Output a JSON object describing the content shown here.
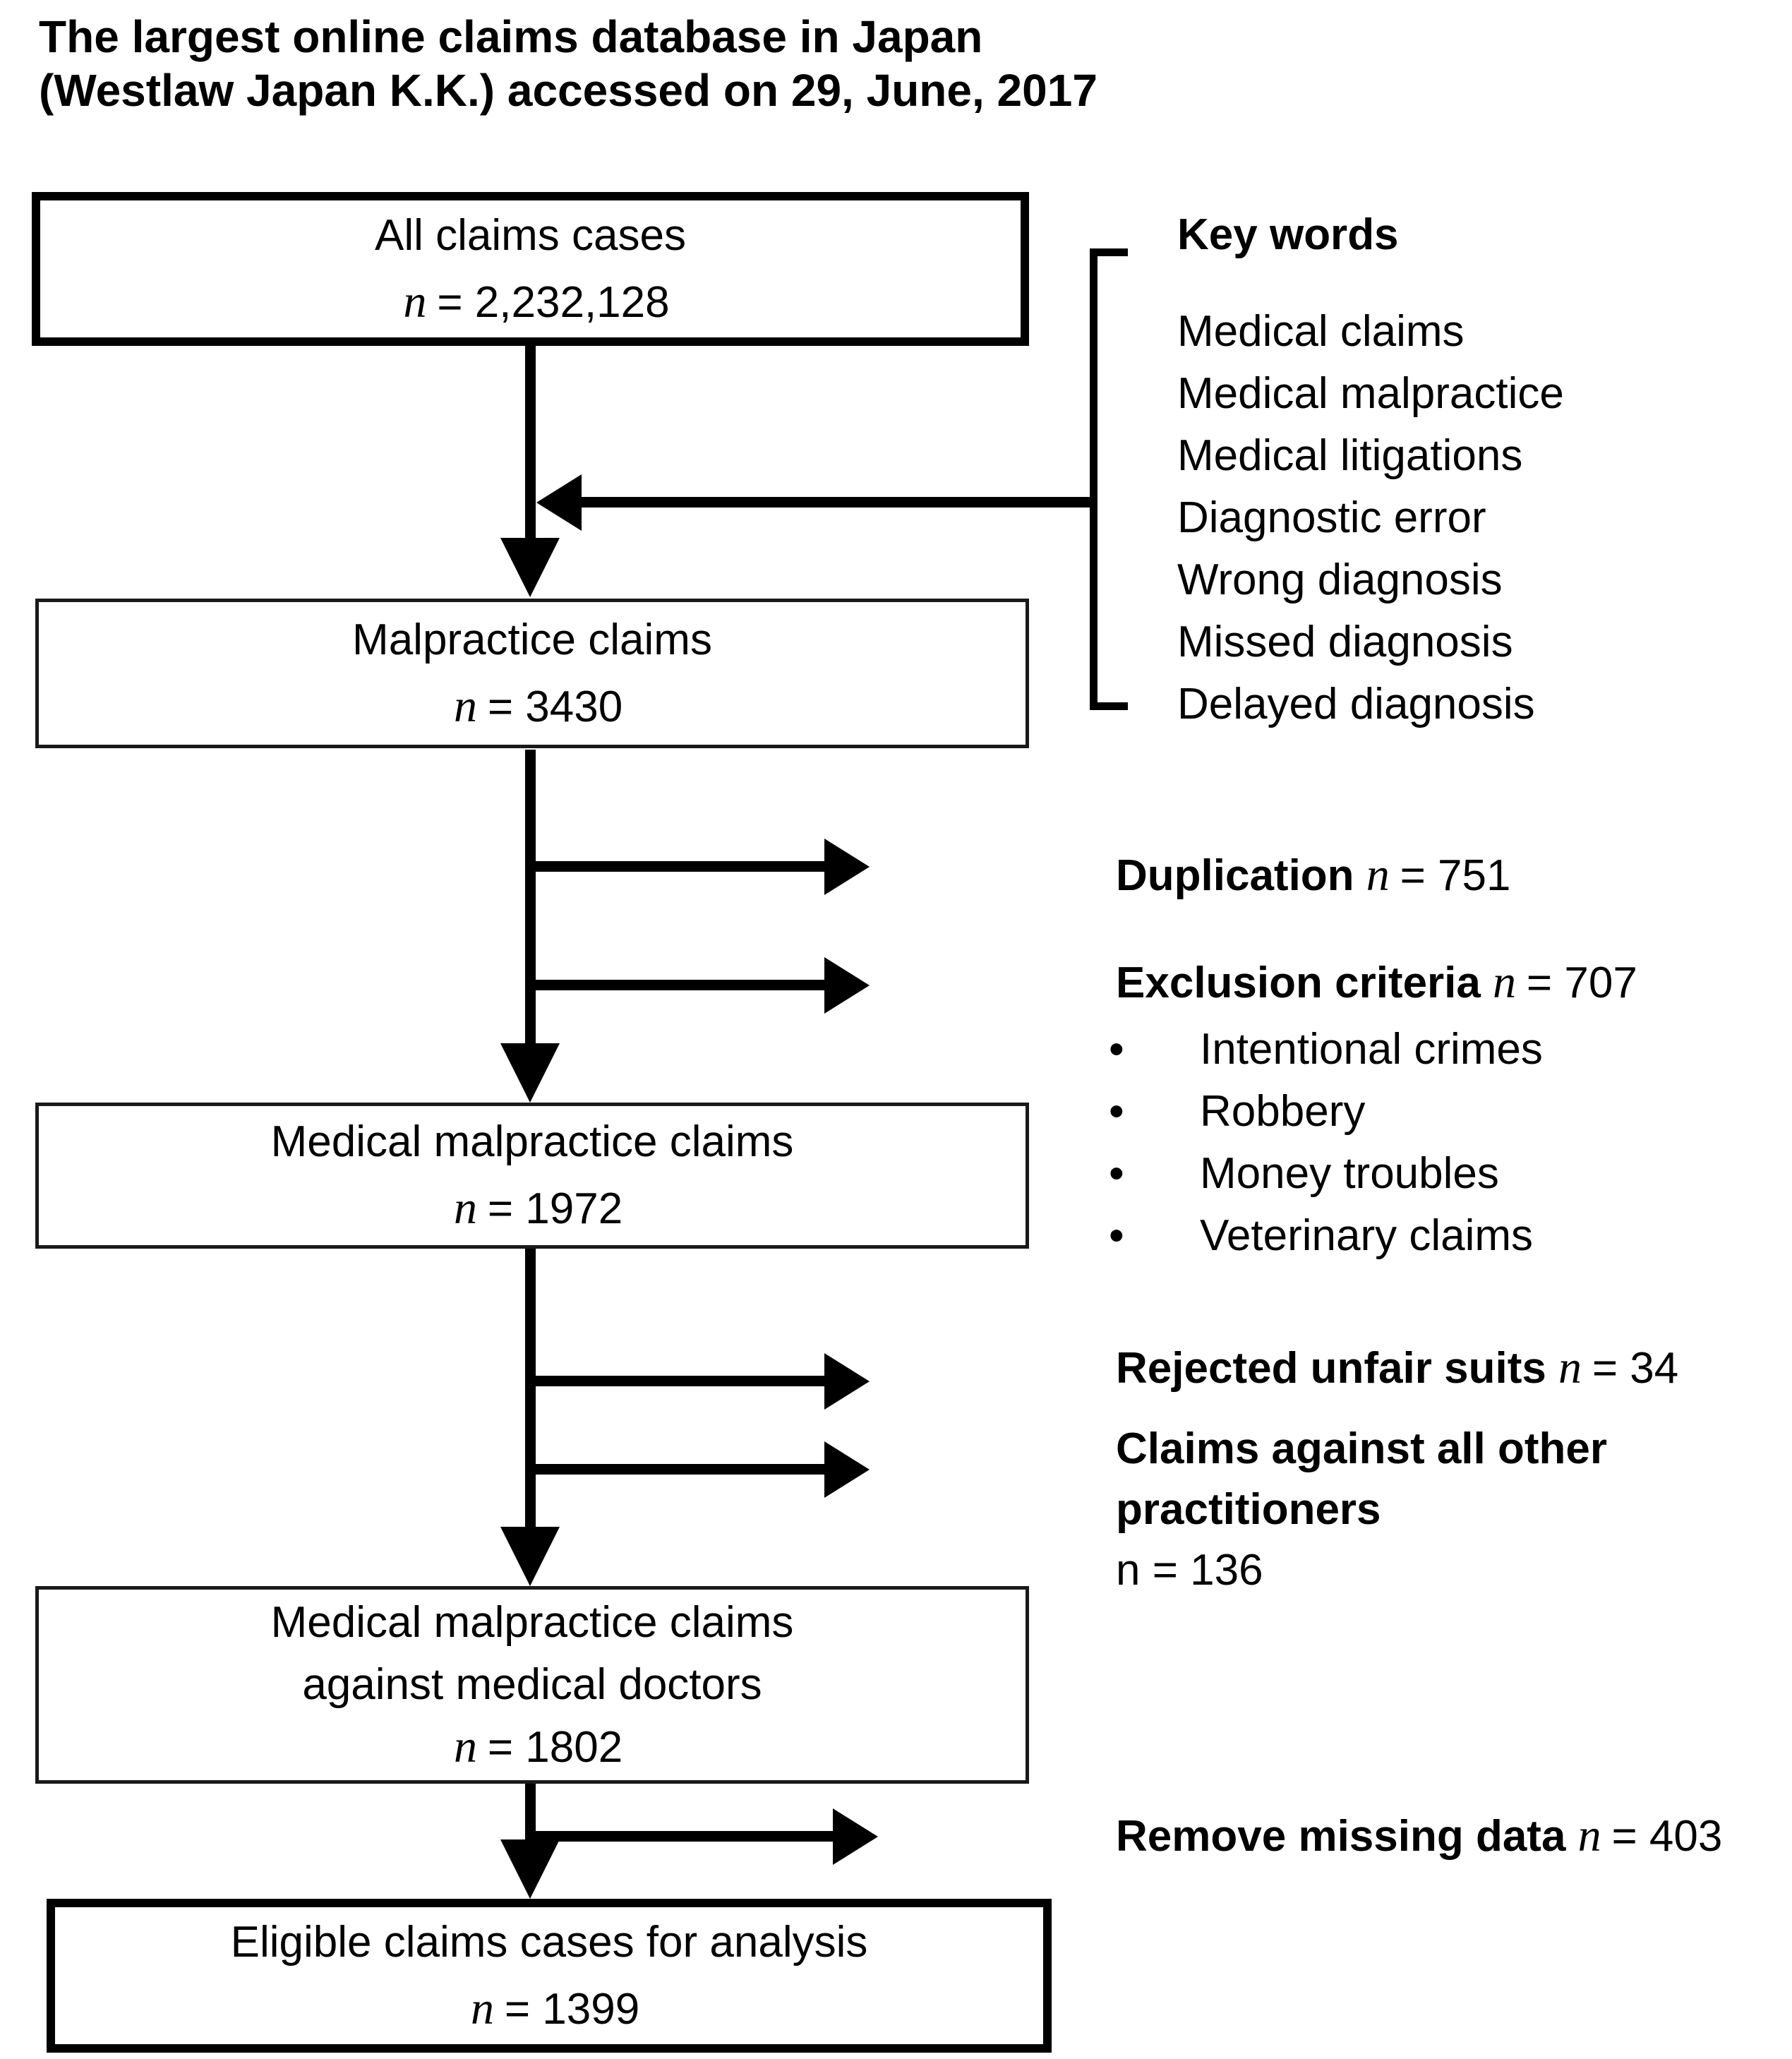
{
  "header": {
    "title_line1": "The largest online claims database in Japan",
    "title_line2": "(Westlaw Japan K.K.) accessed on 29, June, 2017"
  },
  "flow_boxes": {
    "box1": {
      "line1": "All claims cases",
      "n": "n",
      "count": "= 2,232,128"
    },
    "box2": {
      "line1": "Malpractice claims",
      "n": "n",
      "count": "= 3430"
    },
    "box3": {
      "line1": "Medical malpractice claims",
      "n": "n",
      "count": "= 1972"
    },
    "box4": {
      "line1": "Medical malpractice claims",
      "line2": "against medical doctors",
      "n": "n",
      "count": "= 1802"
    },
    "box5": {
      "line1": "Eligible claims cases for analysis",
      "n": "n",
      "count": "= 1399"
    }
  },
  "keywords": {
    "heading": "Key words",
    "items": [
      "Medical claims",
      "Medical malpractice",
      "Medical litigations",
      "Diagnostic error",
      "Wrong diagnosis",
      "Missed diagnosis",
      "Delayed diagnosis"
    ]
  },
  "annotations": {
    "bullet_glyph": "•",
    "duplication": {
      "label": "Duplication",
      "n": "n",
      "count": "= 751"
    },
    "exclusion": {
      "label": "Exclusion criteria",
      "n": "n",
      "count": "= 707"
    },
    "exclusion_items": [
      "Intentional crimes",
      "Robbery",
      "Money troubles",
      "Veterinary claims"
    ],
    "rejected": {
      "label": "Rejected unfair suits",
      "n": "n",
      "count": "= 34"
    },
    "other_practitioners": {
      "line1": "Claims against all other",
      "line2": "practitioners",
      "line3": "n = 136"
    },
    "missing": {
      "label": "Remove missing data",
      "n": "n",
      "count": "= 403"
    }
  },
  "colors": {
    "background": "#ffffff",
    "text": "#000000",
    "thick_border": "#000000",
    "thin_border": "#1a1a1a",
    "arrow": "#000000"
  }
}
